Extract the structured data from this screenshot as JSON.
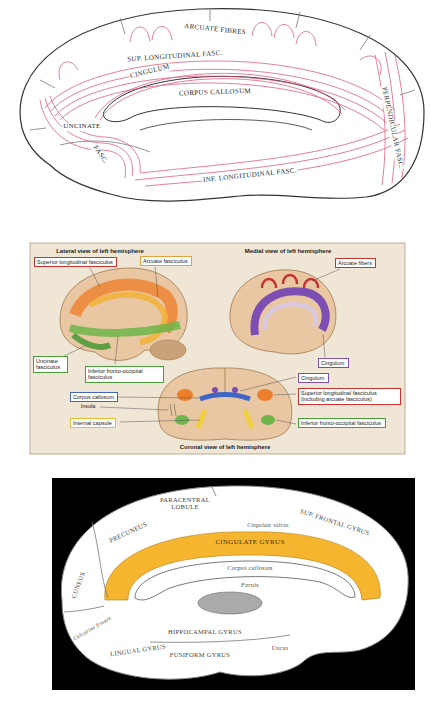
{
  "diagram": {
    "nodes": [
      {
        "text": [
          "Superior longitudinal fasciculus"
        ]
      },
      {
        "text": [
          "Arcuate fasciculus"
        ]
      },
      {
        "text": [
          "Arcuate fibers"
        ]
      },
      {
        "text": [
          "Uncinate fasciculus"
        ]
      },
      {
        "text": [
          "Inferior fronto-occipital fasciculus"
        ]
      },
      {
        "text": [
          "Cingulum"
        ]
      },
      {
        "text": [
          "Cingulum"
        ]
      },
      {
        "text": [
          "Corpus callosum"
        ]
      },
      {
        "text": [
          "Superior longitudinal fasciculus (including arcuate fasciculus)"
        ]
      },
      {
        "text": [
          "Internal capsule"
        ]
      },
      {
        "text": [
          "Inferior fronto-occipital fasciculus"
        ]
      }
    ],
    "labels": [
      "ARCUATE FIBRES",
      "SUP. LONGITUDINAL FASC.",
      "CINGULUM",
      "CORPUS CALLOSUM",
      "UNCINATE",
      "FASC.",
      "INF. LONGITUDINAL FASC.",
      "PERPENDICULAR FASC.",
      "Lateral view of left hemisphere",
      "Medial view of left hemisphere",
      "Insula",
      "Coronal view of left hemisphere",
      "PARACENTRAL LOBULE",
      "PRECUNEUS",
      "SUP. FRONTAL GYRUS",
      "Cingulate sulcus",
      "CINGULATE GYRUS",
      "CUNEUS",
      "Corpus callosum",
      "Fornix",
      "Calcarine fissure",
      "HIPPOCAMPAL GYRUS",
      "Uncus",
      "LINGUAL GYRUS",
      "FUSIFORM GYRUS"
    ]
  }
}
